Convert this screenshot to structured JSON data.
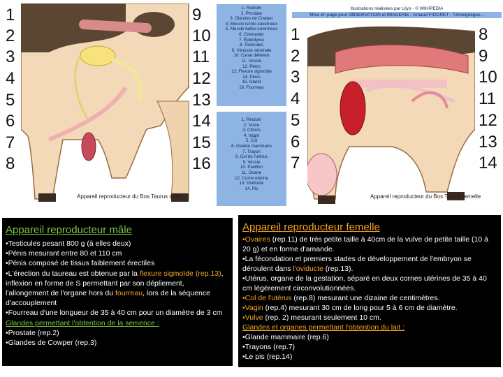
{
  "male": {
    "numbers_left": [
      "1",
      "2",
      "3",
      "4",
      "5",
      "6",
      "7",
      "8"
    ],
    "numbers_right": [
      "9",
      "10",
      "11",
      "12",
      "13",
      "14",
      "15",
      "16"
    ],
    "caption": "Appareil reproducteur du Bos Taurus mâle"
  },
  "legend_male": [
    "1. Rectum",
    "2. Prostate",
    "3. Glandes de Cowper",
    "4. Muscle ischio-caverneux",
    "5. Muscle bulbo-caverneux",
    "6. Crémaster",
    "7. Épididyme",
    "8. Testicules",
    "9. Vésicule séminale",
    "10. Canal déférent",
    "11. Vessie",
    "12. Pénis",
    "13. Flexure sigmoïde",
    "14. Pénis",
    "15. Gland",
    "16. Fourreau"
  ],
  "legend_female": [
    "1. Rectum",
    "2. Vulve",
    "3. Clitoris",
    "4. Vagin",
    "5. Col",
    "6. Glande mammaire",
    "7. Trayon",
    "8. Col de l'utérus",
    "9. Vessie",
    "10. Pavillon",
    "11. Ovaire",
    "12. Corne utérine",
    "13. Oviducte",
    "14. Pis"
  ],
  "credits": {
    "line1": "Illustrations réalisées par Lilyo - © WIKIPEDIA",
    "line2": "Mise en page pour OBSERVATION et IMAGERIE - Arnaud FIOCRET - Témoignages..."
  },
  "female": {
    "numbers_left": [
      "1",
      "2",
      "3",
      "4",
      "5",
      "6",
      "7"
    ],
    "numbers_right": [
      "8",
      "9",
      "10",
      "11",
      "12",
      "13",
      "14"
    ],
    "caption": "Appareil reproducteur du Bos Taurus femelle"
  },
  "panel_male": {
    "title": "Appareil reproducteur mâle",
    "l1": "•Testicules pesant 800 g (à elles deux)",
    "l2": "•Pénis mesurant entre 80 et 110 cm",
    "l3": "•Pénis composé de tissus faiblement érectiles",
    "l4a": "•L'érection du taureau est obtenue par la ",
    "l4b": "flexure sigmoïde",
    "l4c": "(rep.13)",
    "l4d": ", inflexion en forme de S permettant par son dépliement, l'allongement de l'organe hors du ",
    "l4e": "fourreau",
    "l4f": ", lors de la séquence d'accouplement",
    "l5": "•Fourreau d'une longueur de 35 à 40 cm pour un diamètre de 3 cm",
    "l6": "Glandes permettant l'obtention de la semence :",
    "l7": "•Prostate (rep.2)",
    "l8": "•Glandes de Cowper (rep.3)"
  },
  "panel_female": {
    "title": "Appareil reproducteur femelle",
    "l1a": "•Ovaires",
    "l1b": " (rep.11) de très petite taille à 40cm de la vulve de petite taille (10 à 20 g) et en forme d'amande.",
    "l2a": "•La fécondation et premiers stades de développement de l'embryon se déroulent dans ",
    "l2b": "l'oviducte",
    "l2c": " (rep.13).",
    "l3": "•Utérus, organe de la gestation, séparé en deux cornes utérines de 35 à 40 cm légèrement circonvolutionnées.",
    "l4a": "•Col de l'utérus",
    "l4b": " (rep.8) mesurant une dizaine de centimètres.",
    "l5a": "•Vagin",
    "l5b": " (rep.4) mesurant 30 cm de long pour 5 à 6 cm de diamètre.",
    "l6a": "•Vulve",
    "l6b": " (rep. 2) mesurant seulement 10 cm.",
    "l7": "Glandes et organes permettant l'obtention du lait :",
    "l8": "•Glande mammaire (rep.6)",
    "l9": "•Trayons (rep.7)",
    "l10": "•Le pis (rep.14)"
  }
}
